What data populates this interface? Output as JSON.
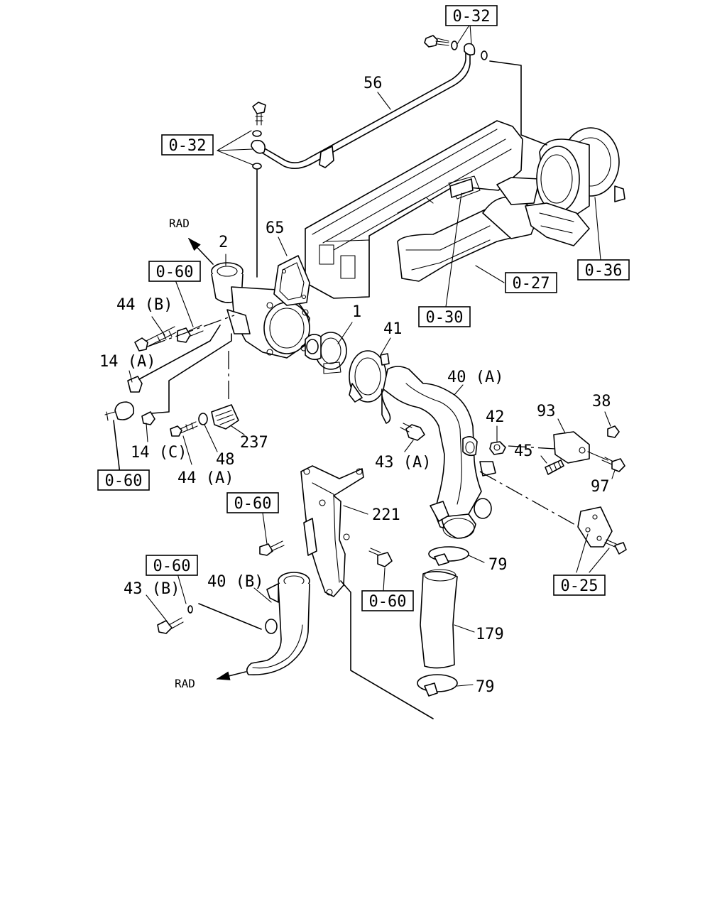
{
  "ref_boxes": {
    "r032_top": "0-32",
    "r032_left": "0-32",
    "r060_a": "0-60",
    "r060_b": "0-60",
    "r060_c": "0-60",
    "r060_d": "0-60",
    "r060_e": "0-60",
    "r036": "0-36",
    "r027": "0-27",
    "r030": "0-30",
    "r025": "0-25"
  },
  "labels": {
    "p56": "56",
    "p65": "65",
    "p2": "2",
    "p1": "1",
    "p41": "41",
    "p40a": "40 (A)",
    "p42": "42",
    "p93": "93",
    "p38": "38",
    "p45": "45",
    "p97": "97",
    "p43a": "43 (A)",
    "p44b": "44 (B)",
    "p14a": "14 (A)",
    "p14c": "14 (C)",
    "p44a": "44 (A)",
    "p48": "48",
    "p237": "237",
    "p221": "221",
    "p79a": "79",
    "p79b": "79",
    "p179": "179",
    "p43b": "43 (B)",
    "p40b": "40 (B)",
    "rad_top": "RAD",
    "rad_bottom": "RAD"
  }
}
